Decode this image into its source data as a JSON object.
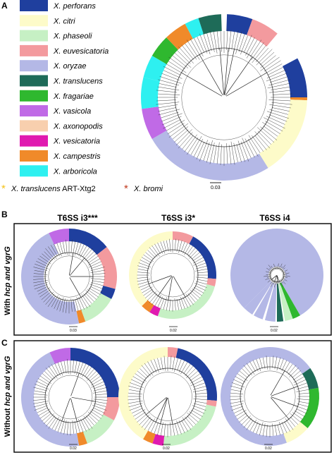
{
  "panels": {
    "a": "A",
    "b": "B",
    "c": "C"
  },
  "legend": [
    {
      "name": "X. perforans",
      "color": "#1f3f9e"
    },
    {
      "name": "X. citri",
      "color": "#fdfbc9"
    },
    {
      "name": "X. phaseoli",
      "color": "#c6f0c4"
    },
    {
      "name": "X. euvesicatoria",
      "color": "#f39a9e"
    },
    {
      "name": "X. oryzae",
      "color": "#b4b8e6"
    },
    {
      "name": "X. translucens",
      "color": "#1e6b58"
    },
    {
      "name": "X. fragariae",
      "color": "#2fb82f"
    },
    {
      "name": "X. vasicola",
      "color": "#c06ae6"
    },
    {
      "name": "X. axonopodis",
      "color": "#f8cfae"
    },
    {
      "name": "X. vesicatoria",
      "color": "#e01ab0"
    },
    {
      "name": "X. campestris",
      "color": "#f08a2a"
    },
    {
      "name": "X. arboricola",
      "color": "#2ef0f0"
    }
  ],
  "markers": {
    "art_label": "X. translucens",
    "art_suffix": " ART-Xtg2",
    "art_color": "#f4c21a",
    "bromi_label": "X. bromi",
    "bromi_color": "#c0391e"
  },
  "scales": {
    "a": "0.03",
    "b1": "0.03",
    "b2": "0.02",
    "b3": "0.02",
    "c1": "0.02",
    "c2": "0.02",
    "c3": "0.02"
  },
  "columns": [
    "T6SS i3***",
    "T6SS i3*",
    "T6SS i4"
  ],
  "row_labels": {
    "b_prefix": "With ",
    "b_italic": "hcp and vgrG",
    "c_prefix": "Without ",
    "c_italic": "hcp and vgrG"
  }
}
